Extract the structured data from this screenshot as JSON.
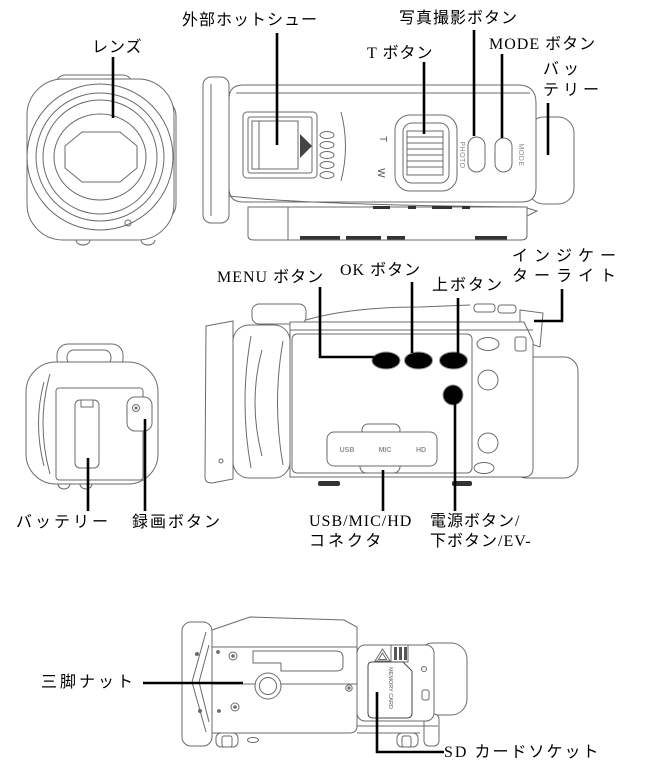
{
  "diagram": {
    "labels": {
      "lens": "レンズ",
      "hot_shoe": "外部ホットシュー",
      "photo_button": "写真撮影ボタン",
      "t_button": "T ボタン",
      "mode_button": "MODE ボタン",
      "battery_top": {
        "line1": "バッ",
        "line2": "テリー"
      },
      "menu_button": "MENU ボタン",
      "ok_button": "OK ボタン",
      "up_button": "上ボタン",
      "indicator_light": {
        "line1": "インジケー",
        "line2": "ターライト"
      },
      "battery_rear": "バッテリー",
      "record_button": "録画ボタン",
      "usb_connector": {
        "line1": "USB/MIC/HD",
        "line2": "コネクタ"
      },
      "power_button": {
        "line1": "電源ボタン/",
        "line2": "下ボタン/EV-"
      },
      "tripod_nut": "三脚ナット",
      "sd_card_socket": "SD カードソケット"
    },
    "engravings": {
      "zoom_t": "T",
      "zoom_w": "W",
      "photo": "PHOTO",
      "mode": "MODE",
      "usb": "USB",
      "mic": "MIC",
      "hd": "HD",
      "memory_card": "MEMORY CARD"
    },
    "colors": {
      "label_text": "#000000",
      "leader_line": "#000000",
      "drawing_stroke": "#6b6b6b",
      "button_fill": "#000000",
      "background": "#ffffff"
    }
  }
}
